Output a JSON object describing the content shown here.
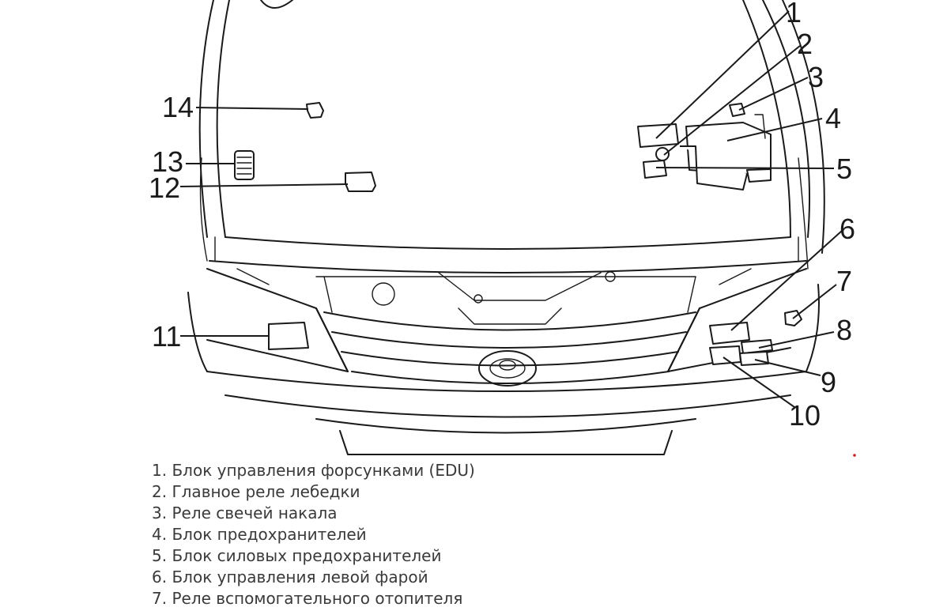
{
  "callouts": [
    "1",
    "2",
    "3",
    "4",
    "5",
    "6",
    "7",
    "8",
    "9",
    "10",
    "11",
    "12",
    "13",
    "14"
  ],
  "legend": [
    {
      "number": "1.",
      "text": "Блок управления форсунками (EDU)"
    },
    {
      "number": "2.",
      "text": "Главное реле лебедки"
    },
    {
      "number": "3.",
      "text": "Реле свечей накала"
    },
    {
      "number": "4.",
      "text": "Блок предохранителей"
    },
    {
      "number": "5.",
      "text": "Блок силовых предохранителей"
    },
    {
      "number": "6.",
      "text": "Блок управления левой фарой"
    },
    {
      "number": "7.",
      "text": "Реле вспомогательного отопителя"
    }
  ],
  "colors": {
    "line": "#1a1a1a",
    "legend_text": "#3a3a3a",
    "background": "#ffffff"
  }
}
